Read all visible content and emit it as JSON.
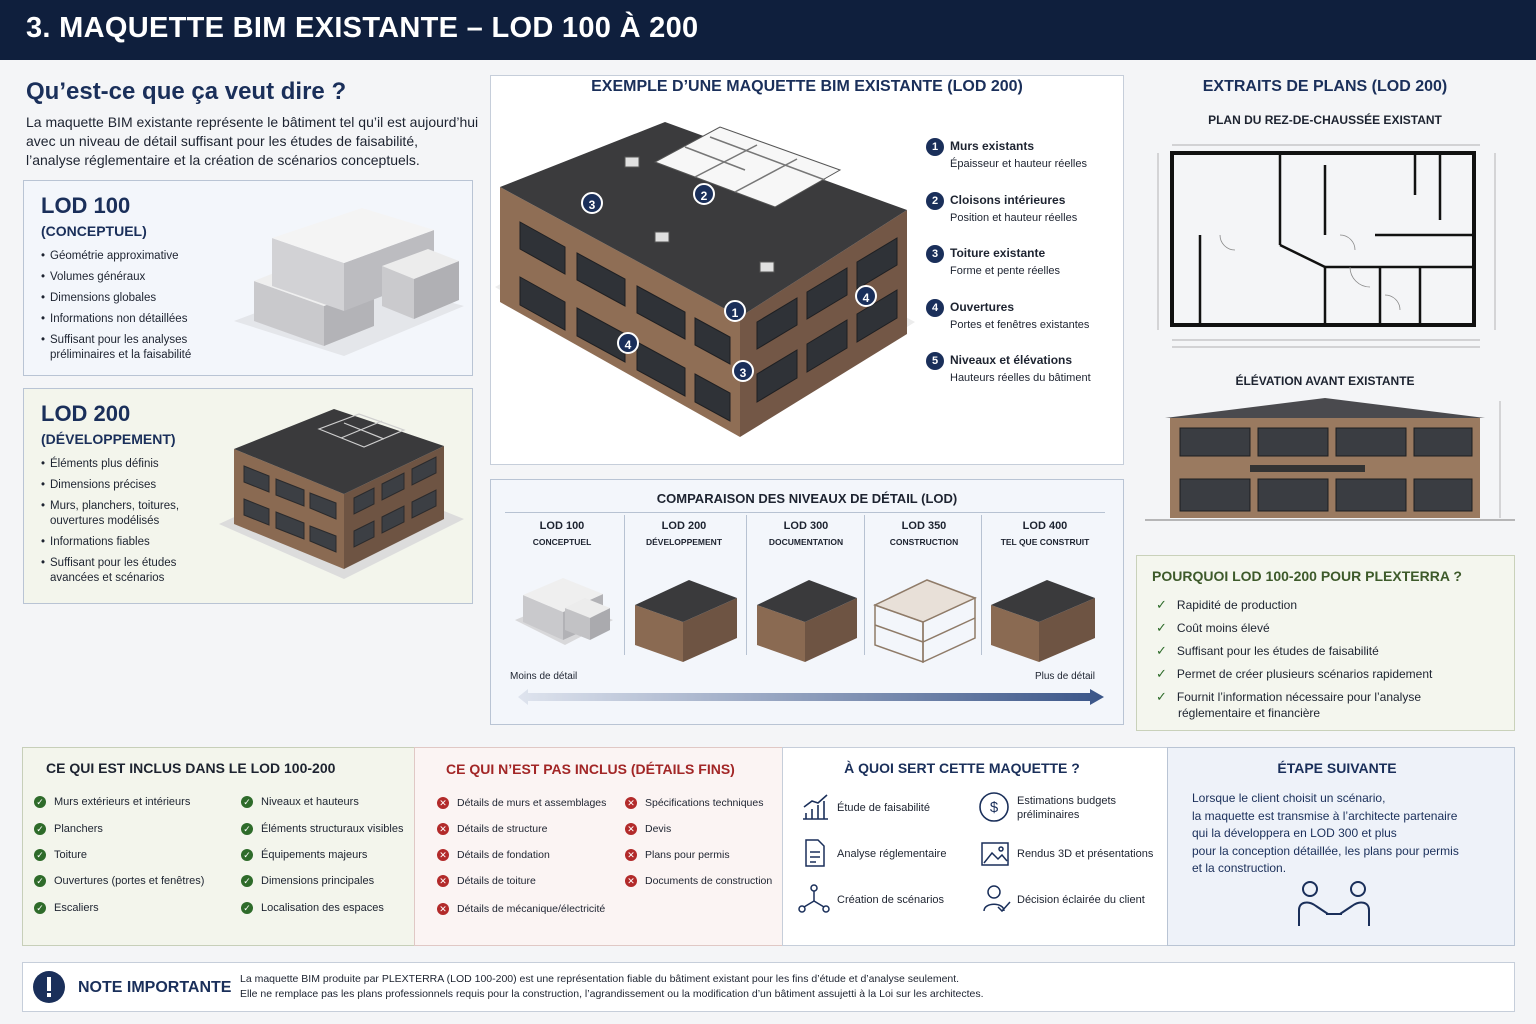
{
  "header": {
    "title": "3. MAQUETTE BIM EXISTANTE – LOD 100 À 200"
  },
  "intro": {
    "heading": "Qu’est-ce que ça veut dire ?",
    "lines": [
      "La maquette BIM existante représente le bâtiment tel qu’il est aujourd’hui",
      "avec un niveau de détail suffisant pour les études de faisabilité,",
      "l’analyse réglementaire et la création de scénarios conceptuels."
    ]
  },
  "lod100": {
    "title": "LOD 100",
    "subtitle": "(CONCEPTUEL)",
    "items": [
      "Géométrie approximative",
      "Volumes généraux",
      "Dimensions globales",
      "Informations non détaillées",
      "Suffisant pour les analyses préliminaires et la faisabilité"
    ]
  },
  "lod200": {
    "title": "LOD 200",
    "subtitle": "(DÉVELOPPEMENT)",
    "items": [
      "Éléments plus définis",
      "Dimensions précises",
      "Murs, planchers, toitures, ouvertures modélisés",
      "Informations fiables",
      "Suffisant pour les études avancées et scénarios"
    ]
  },
  "example": {
    "heading": "EXEMPLE D’UNE MAQUETTE BIM EXISTANTE (LOD 200)",
    "legend": [
      {
        "n": "1",
        "title": "Murs existants",
        "desc": "Épaisseur et hauteur réelles"
      },
      {
        "n": "2",
        "title": "Cloisons intérieures",
        "desc": "Position et hauteur réelles"
      },
      {
        "n": "3",
        "title": "Toiture existante",
        "desc": "Forme et pente réelles"
      },
      {
        "n": "4",
        "title": "Ouvertures",
        "desc": "Portes et fenêtres existantes"
      },
      {
        "n": "5",
        "title": "Niveaux et élévations",
        "desc": "Hauteurs réelles du bâtiment"
      }
    ],
    "pins": [
      "3",
      "2",
      "1",
      "4",
      "4",
      "3"
    ]
  },
  "plans": {
    "heading": "EXTRAITS DE PLANS (LOD 200)",
    "plan_title": "PLAN DU REZ-DE-CHAUSSÉE EXISTANT",
    "elevation_title": "ÉLÉVATION AVANT EXISTANTE"
  },
  "comparison": {
    "heading": "COMPARAISON DES NIVEAUX DE DÉTAIL (LOD)",
    "columns": [
      {
        "lod": "LOD 100",
        "label": "CONCEPTUEL"
      },
      {
        "lod": "LOD 200",
        "label": "DÉVELOPPEMENT"
      },
      {
        "lod": "LOD 300",
        "label": "DOCUMENTATION"
      },
      {
        "lod": "LOD 350",
        "label": "CONSTRUCTION"
      },
      {
        "lod": "LOD 400",
        "label": "TEL QUE CONSTRUIT"
      }
    ],
    "less": "Moins de détail",
    "more": "Plus de détail"
  },
  "why": {
    "heading": "POURQUOI LOD 100-200 POUR PLEXTERRA ?",
    "items": [
      "Rapidité de production",
      "Coût moins élevé",
      "Suffisant pour les études de faisabilité",
      "Permet de créer plusieurs scénarios rapidement",
      "Fournit l’information nécessaire pour l’analyse",
      "réglementaire et financière"
    ]
  },
  "included": {
    "heading": "CE QUI EST INCLUS DANS LE LOD 100-200",
    "col1": [
      "Murs extérieurs et intérieurs",
      "Planchers",
      "Toiture",
      "Ouvertures (portes et fenêtres)",
      "Escaliers"
    ],
    "col2": [
      "Niveaux et hauteurs",
      "Éléments structuraux visibles",
      "Équipements majeurs",
      "Dimensions principales",
      "Localisation des espaces"
    ]
  },
  "excluded": {
    "heading": "CE QUI N’EST PAS INCLUS (DÉTAILS FINS)",
    "col1": [
      "Détails de murs et assemblages",
      "Détails de structure",
      "Détails de fondation",
      "Détails de toiture",
      "Détails de mécanique/électricité"
    ],
    "col2": [
      "Spécifications techniques",
      "Devis",
      "Plans pour permis",
      "Documents de construction"
    ]
  },
  "uses": {
    "heading": "À QUOI SERT CETTE MAQUETTE ?",
    "items": [
      {
        "icon": "chart-icon",
        "label": "Étude de faisabilité"
      },
      {
        "icon": "dollar-icon",
        "label": "Estimations budgets",
        "label2": "préliminaires"
      },
      {
        "icon": "document-icon",
        "label": "Analyse réglementaire"
      },
      {
        "icon": "image-icon",
        "label": "Rendus 3D et présentations"
      },
      {
        "icon": "network-icon",
        "label": "Création de scénarios"
      },
      {
        "icon": "user-check-icon",
        "label": "Décision éclairée du client"
      }
    ]
  },
  "next": {
    "heading": "ÉTAPE SUIVANTE",
    "lines": [
      "Lorsque le client choisit un scénario,",
      "la maquette est transmise à l’architecte partenaire",
      "qui la développera en LOD 300 et plus",
      "pour la conception détaillée, les plans pour permis",
      "et la construction."
    ]
  },
  "note": {
    "label": "NOTE IMPORTANTE",
    "line1": "La maquette BIM produite par PLEXTERRA (LOD 100-200) est une représentation fiable du bâtiment existant pour les fins d’étude et d’analyse seulement.",
    "line2": "Elle ne remplace pas les plans professionnels requis pour la construction, l’agrandissement ou la modification d’un bâtiment assujetti à la Loi sur les architectes."
  },
  "colors": {
    "navy": "#0f1f3d",
    "accent": "#1a2f5a",
    "green": "#2e6b2a",
    "red": "#b22a2a",
    "brick": "#8a6a52"
  }
}
